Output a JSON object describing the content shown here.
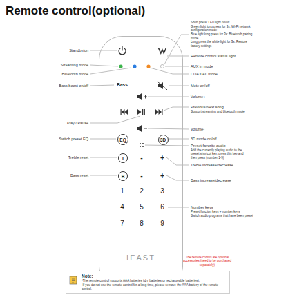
{
  "diagram": {
    "title": "Remote control(optional)",
    "nodes": [
      {
        "text": [
          "IEAST"
        ]
      },
      {
        "text": [
          "EQ"
        ],
        "in": 0
      },
      {
        "text": [
          "3D"
        ],
        "in": 0
      },
      {
        "text": [
          "T"
        ],
        "in": 0
      },
      {
        "text": [
          "B"
        ],
        "in": 0
      },
      {
        "text": [
          "Note:",
          "-The remote control supports AAA batteries (dry batteries or rechargeable batteries).",
          "-If you do not use the remote control for a long time, please remove the AAA battery of the remote control."
        ]
      }
    ],
    "labels": [
      "Standby/on",
      "Streaming mode",
      "Bluetooth mode",
      "Bass boost on/off",
      "Play / Pause",
      "Switch preset EQ",
      "Treble reset",
      "Bass reset",
      "Short press: LED light on/off",
      "Green light long press for 3s: Wi-Fi network configuration mode",
      "Blue light long press for 3s: Bluetooth pairing mode",
      "Long press the white light for 3s: Restore factory settings",
      "Remote control status light",
      "AUX in mode",
      "COAXIAL mode",
      "Mute on/off",
      "Volume+",
      "Previous/Next song",
      "Support streaming and bluetooth mode",
      "Volume-",
      "3D mode on/off",
      "Preset favorite audio",
      "Add the currently playing audio to the preset shortcut key, press this key and then press (number 1-9)",
      "Treble increase/decrease",
      "Bass increase/decrease",
      "Number keys",
      "Preset function keys + number keys",
      "Switch audio programs that have been preset",
      "The remote control are optional accessories (need to be purchased separately)",
      "Bass",
      "-",
      "+",
      "-",
      "+",
      "1",
      "2",
      "3",
      "4",
      "5",
      "6",
      "7",
      "8",
      "9"
    ]
  }
}
